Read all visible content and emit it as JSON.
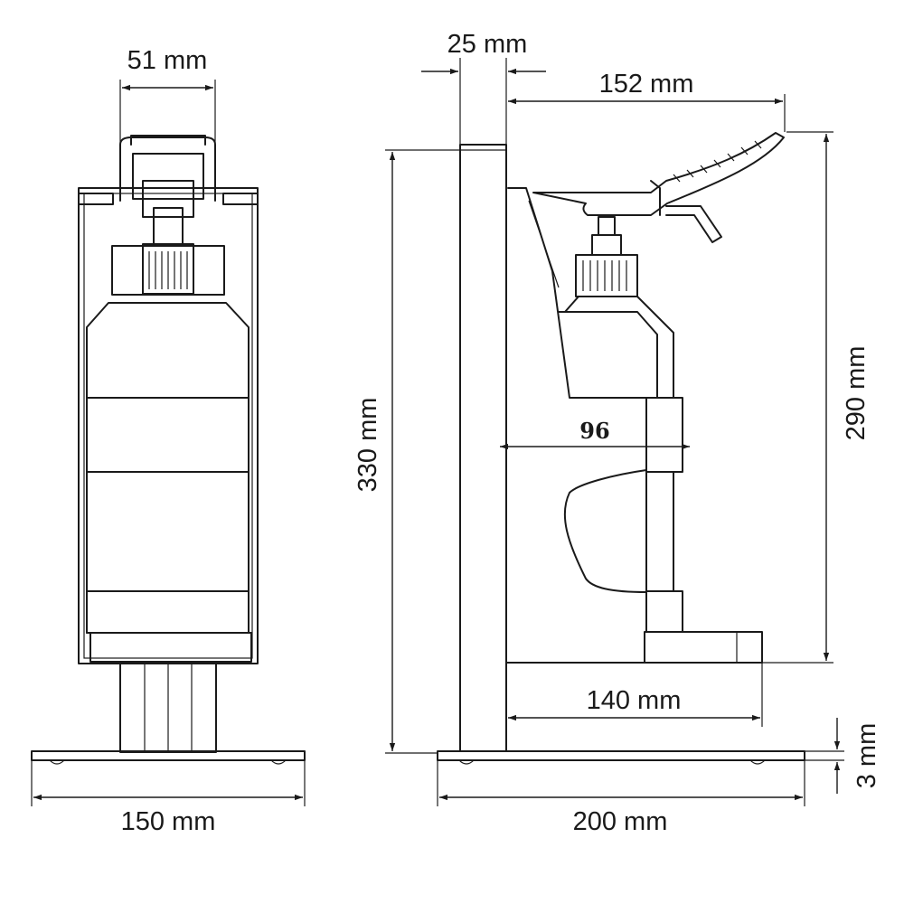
{
  "dimensions": {
    "front_top_width": "51 mm",
    "front_base_width": "150 mm",
    "pole_width": "25 mm",
    "lever_reach": "152 mm",
    "total_height": "330 mm",
    "dispenser_height": "290 mm",
    "bottle_depth": "96",
    "bracket_depth": "140 mm",
    "base_depth": "200 mm",
    "base_thickness": "3 mm"
  },
  "colors": {
    "line": "#1a1a1a",
    "background": "#ffffff"
  }
}
